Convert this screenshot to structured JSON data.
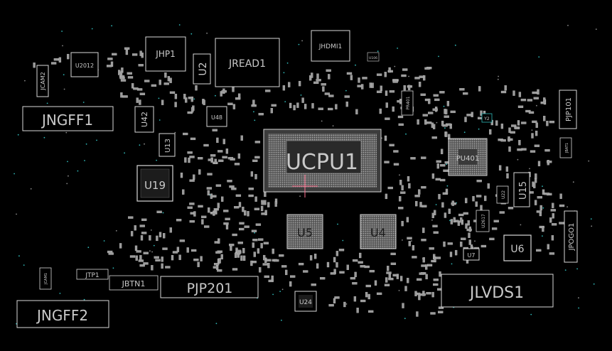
{
  "colors": {
    "background": "#000000",
    "outline": "#d8d8d8",
    "pad": "#c0c0c0",
    "pad_fill": "#8a8a8a",
    "via": "#2fb7b7",
    "label": "#bdbdbd",
    "marker": "#ff6f8f"
  },
  "components": {
    "ucpu1": "UCPU1",
    "u5": "U5",
    "u4": "U4",
    "pu401": "PU401",
    "u19": "U19",
    "u6": "U6",
    "u15": "U15",
    "u7": "U7",
    "u24": "U24",
    "u2": "U2",
    "u13": "U13",
    "u42": "U42",
    "u48": "U48",
    "u2012": "U2012",
    "u22": "U22",
    "u2617": "U2617",
    "u106": "U106",
    "y2": "Y2",
    "jhp1": "JHP1",
    "jread1": "JREAD1",
    "jhdmi1": "JHDMI1",
    "jcam2": "JCAM2",
    "jngff1": "JNGFF1",
    "jngff2": "JNGFF2",
    "jcam1": "JCAM1",
    "jtp1": "JTP1",
    "jbtn1": "JBTN1",
    "pjp201": "PJP201",
    "jlvds1": "JLVDS1",
    "pjp101": "PJP101",
    "jpogo1": "JPOGO1",
    "pr401": "PR401",
    "jbat1": "JBAT1"
  }
}
